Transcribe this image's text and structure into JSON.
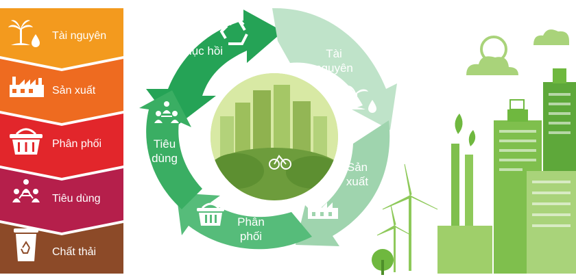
{
  "stack": {
    "items": [
      {
        "label": "Tài nguyên",
        "color": "#f39a1e",
        "icon": "palm-water-drop-icon"
      },
      {
        "label": "Sản xuất",
        "color": "#ee6b20",
        "icon": "factory-icon"
      },
      {
        "label": "Phân phối",
        "color": "#e2262b",
        "icon": "basket-icon"
      },
      {
        "label": "Tiêu dùng",
        "color": "#b51f4b",
        "icon": "people-group-icon"
      },
      {
        "label": "Chất thải",
        "color": "#8c4a28",
        "icon": "recycle-bin-icon"
      }
    ]
  },
  "cycle": {
    "segments": [
      {
        "label": "Phục hồi",
        "color": "#25a356",
        "icon": "recycle-icon"
      },
      {
        "label": "Tài nguyên",
        "color": "#bfe3c9",
        "icon": "palm-water-drop-icon"
      },
      {
        "label": "Sản xuất",
        "color": "#9fd4ae",
        "icon": "factory-icon"
      },
      {
        "label": "Phân phối",
        "color": "#56bc7a",
        "icon": "basket-icon"
      },
      {
        "label": "Tiêu dùng",
        "color": "#3aae63",
        "icon": "people-group-icon"
      }
    ],
    "center_icon": "green-city-illustration"
  },
  "scene": {
    "icon": "green-city-skyline-illustration",
    "colors": {
      "light": "#9fcf6a",
      "mid": "#7fbf4d",
      "dark": "#5ea83a"
    }
  }
}
